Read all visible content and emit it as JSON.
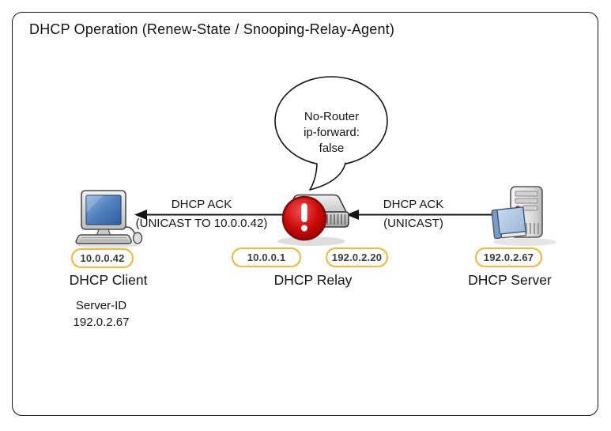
{
  "title": "DHCP Operation (Renew-State / Snooping-Relay-Agent)",
  "speech_bubble": {
    "text": "No-Router\nip-forward:\nfalse"
  },
  "messages": {
    "relay_to_client": {
      "title": "DHCP ACK",
      "subtitle": "(UNICAST TO 10.0.0.42)",
      "direction": "right-to-left"
    },
    "server_to_relay": {
      "title": "DHCP ACK",
      "subtitle": "(UNICAST)",
      "direction": "right-to-left"
    }
  },
  "nodes": {
    "client": {
      "label": "DHCP Client",
      "ip_badge": "10.0.0.42",
      "note": "Server-ID\n192.0.2.67"
    },
    "relay": {
      "label": "DHCP Relay",
      "ip_badge_left": "10.0.0.1",
      "ip_badge_right": "192.0.2.20"
    },
    "server": {
      "label": "DHCP Server",
      "ip_badge": "192.0.2.67"
    }
  },
  "icons": {
    "client": "desktop-computer-icon",
    "relay": "network-switch-icon",
    "relay_status": "warning-exclamation-icon",
    "server": "tower-server-icon"
  },
  "colors": {
    "badge_border": "#F2B53D",
    "warning_red": "#C00505",
    "outline": "#141414",
    "screen_blue": "#3A6FB5"
  }
}
